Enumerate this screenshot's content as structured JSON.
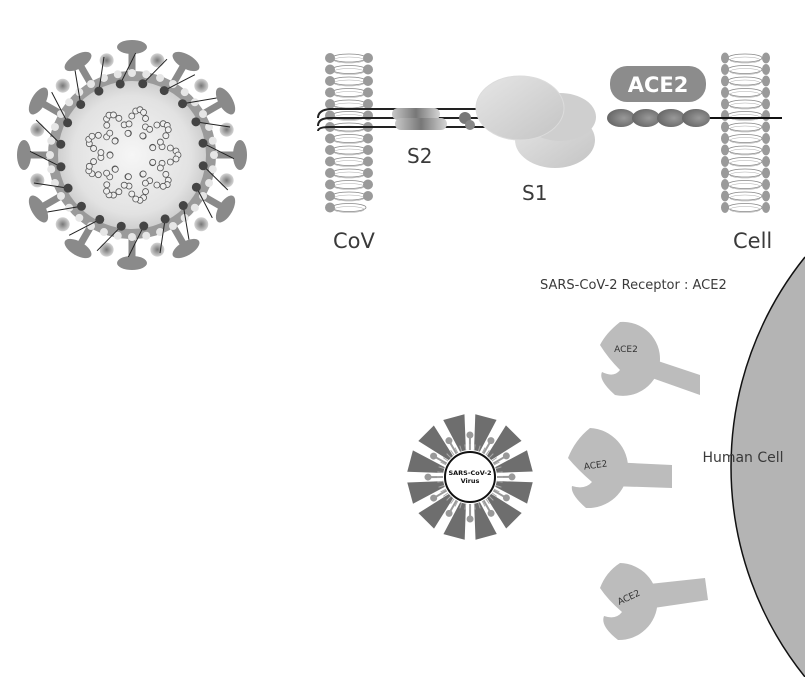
{
  "top_diagram": {
    "labels": {
      "cov": "CoV",
      "cell": "Cell",
      "s2": "S2",
      "s1": "S1",
      "ace2_badge": "ACE2"
    }
  },
  "bottom_diagram": {
    "title": "SARS-CoV-2 Receptor : ACE2",
    "virus_label_line1": "SARS-CoV-2",
    "virus_label_line2": "Virus",
    "human_cell_label": "Human Cell",
    "receptors": [
      {
        "label": "ACE2"
      },
      {
        "label": "ACE2"
      },
      {
        "label": "ACE2"
      }
    ]
  },
  "colors": {
    "spike": "#8a8a8a",
    "membrane": "#9a9a9a",
    "cell_fill": "#b4b4b4",
    "receptor": "#bcbcbc",
    "ace2_badge": "#8c8c8c",
    "virus_dark": "#6e6e6e"
  }
}
